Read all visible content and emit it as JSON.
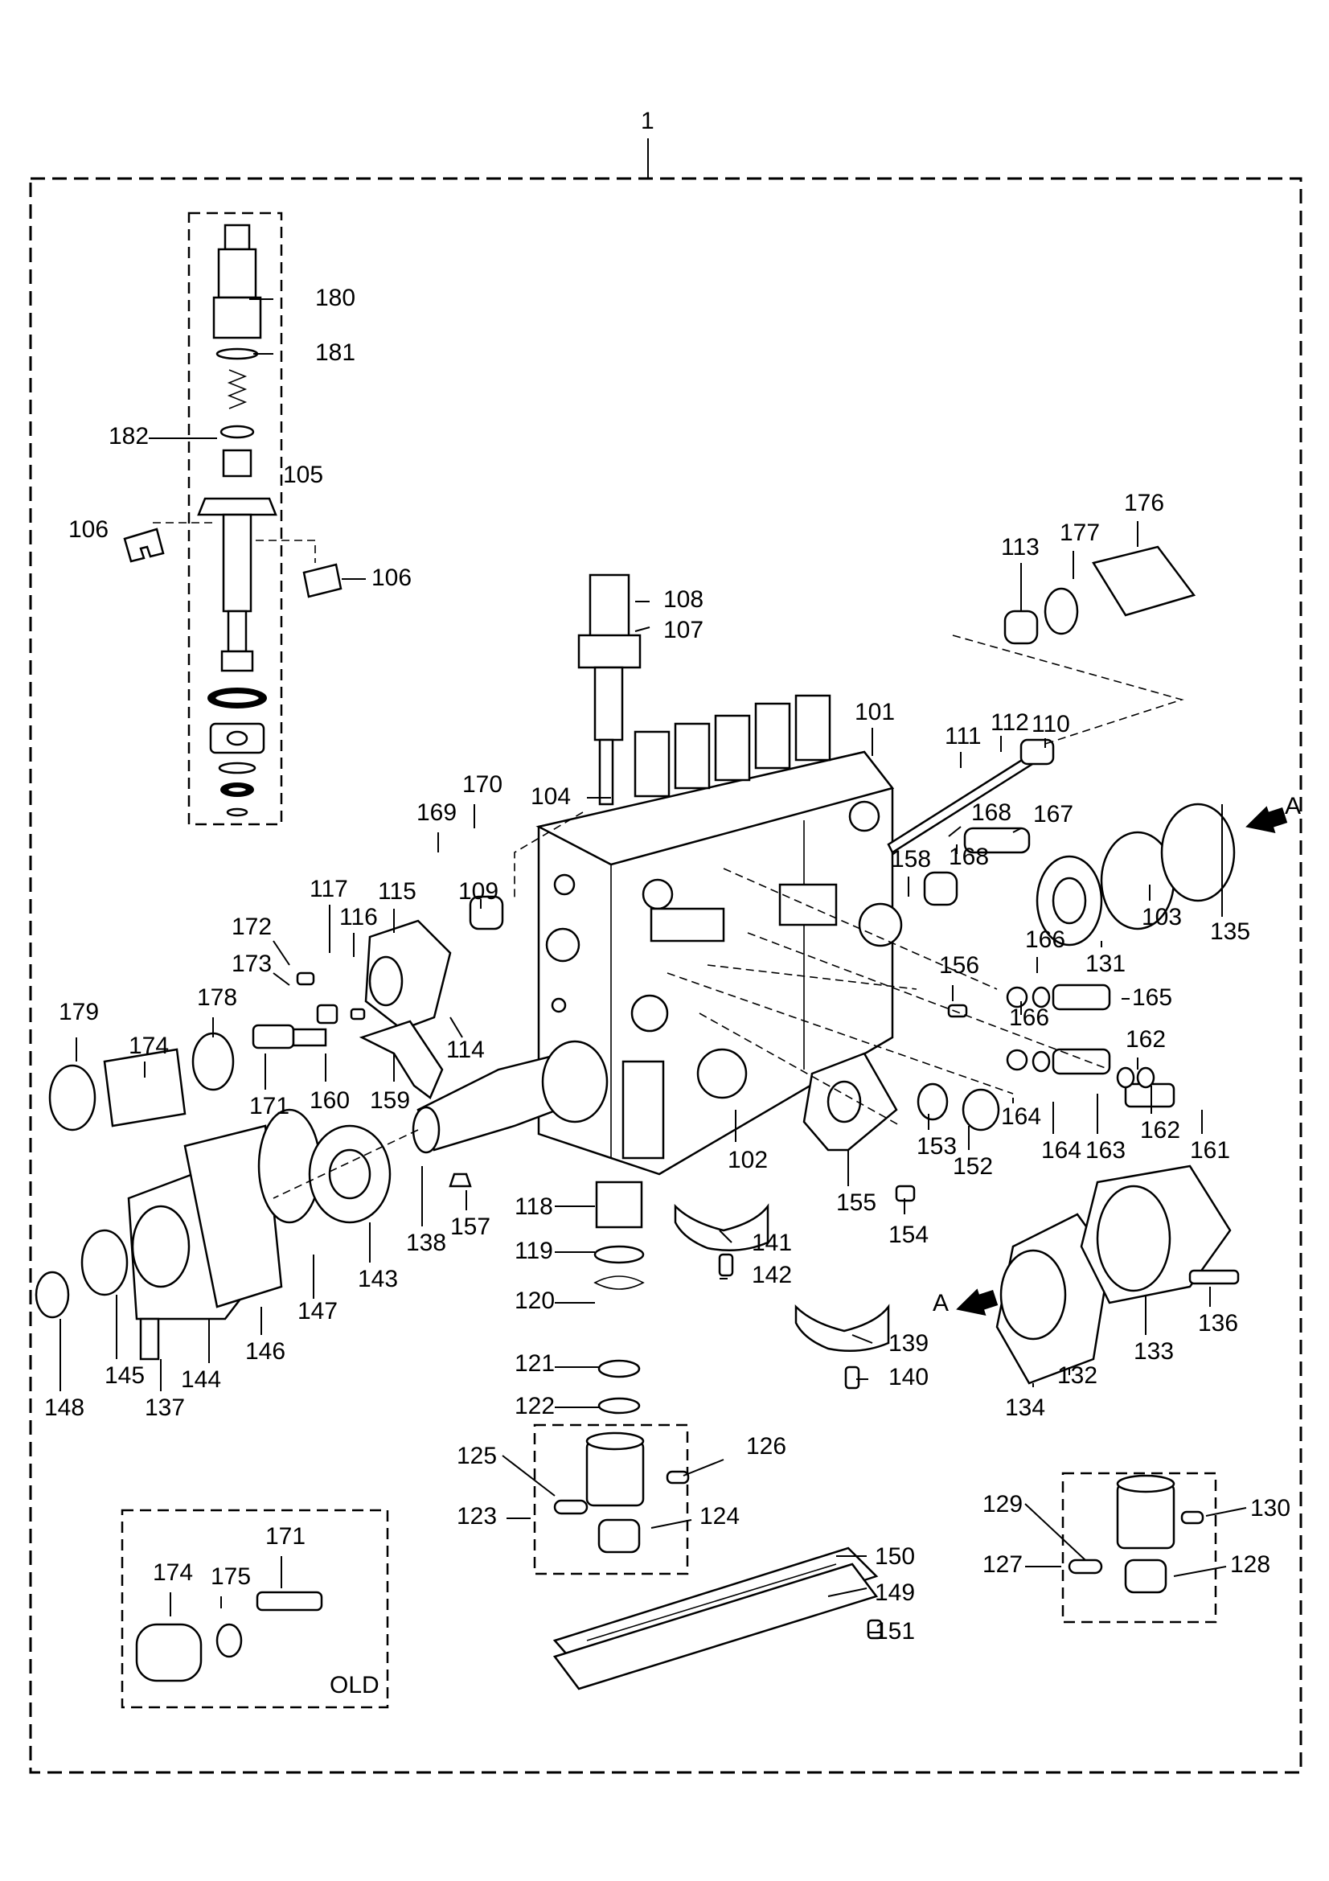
{
  "assembly_number": "1",
  "view_marker": "A",
  "old_variant_label": "OLD",
  "callouts": [
    "101",
    "102",
    "103",
    "104",
    "105",
    "106",
    "107",
    "108",
    "109",
    "110",
    "111",
    "112",
    "113",
    "114",
    "115",
    "116",
    "117",
    "118",
    "119",
    "120",
    "121",
    "122",
    "123",
    "124",
    "125",
    "126",
    "127",
    "128",
    "129",
    "130",
    "131",
    "132",
    "133",
    "134",
    "135",
    "136",
    "137",
    "138",
    "139",
    "140",
    "141",
    "142",
    "143",
    "144",
    "145",
    "146",
    "147",
    "148",
    "149",
    "150",
    "151",
    "152",
    "153",
    "154",
    "155",
    "156",
    "157",
    "158",
    "159",
    "160",
    "161",
    "162",
    "163",
    "164",
    "165",
    "166",
    "167",
    "168",
    "169",
    "170",
    "171",
    "172",
    "173",
    "174",
    "175",
    "176",
    "177",
    "178",
    "179",
    "180",
    "181",
    "182"
  ]
}
